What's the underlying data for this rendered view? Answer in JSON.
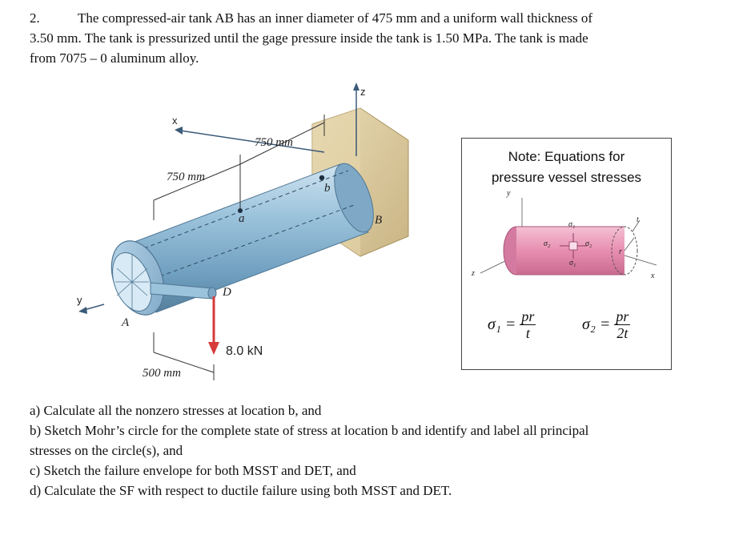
{
  "problem": {
    "number": "2.",
    "line1": "The compressed-air tank AB has an inner diameter of 475 mm and a uniform wall thickness of",
    "line2": "3.50 mm.  The tank is pressurized until the gage pressure inside the tank is 1.50 MPa.  The tank is made",
    "line3": "from 7075 – 0 aluminum alloy."
  },
  "figure": {
    "labels": {
      "x": "x",
      "y": "y",
      "z": "z",
      "A": "A",
      "B": "B",
      "D": "D",
      "a": "a",
      "b": "b",
      "dim_750_top": "750 mm",
      "dim_750_left": "750 mm",
      "dim_500": "500 mm",
      "force": "8.0 kN"
    },
    "colors": {
      "tank": "#8fb9d6",
      "wall": "#d9c79a",
      "force": "#d63a3a"
    }
  },
  "note": {
    "title_line1": "Note: Equations for",
    "title_line2": "pressure vessel stresses",
    "sigma1_lhs": "σ₁ =",
    "sigma1_num": "pr",
    "sigma1_den": "t",
    "sigma2_lhs": "σ₂ =",
    "sigma2_num": "pr",
    "sigma2_den": "2t",
    "diagram_labels": {
      "y": "y",
      "z": "z",
      "x": "x",
      "t": "t",
      "r": "r",
      "s1_top": "σ₁",
      "s2_left": "σ₂",
      "s2_right": "σ₂",
      "s1_bottom": "σ₁"
    },
    "colors": {
      "vessel": "#e88fb0"
    }
  },
  "questions": {
    "a": "a) Calculate all the nonzero stresses at location b, and",
    "b1": "b) Sketch Mohr’s circle for the complete state of stress at location b and identify and label all principal",
    "b2": "stresses on the circle(s), and",
    "c": "c) Sketch the failure envelope for both MSST and DET, and",
    "d": "d) Calculate the SF with respect to ductile failure using both MSST and DET."
  }
}
